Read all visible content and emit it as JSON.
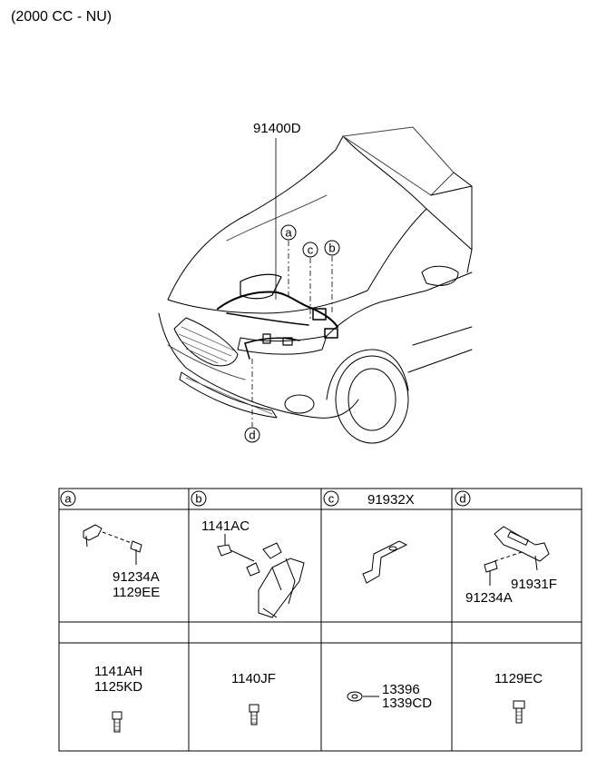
{
  "spec": "(2000 CC - NU)",
  "main_part": "91400D",
  "callouts": [
    "a",
    "b",
    "c",
    "d"
  ],
  "table": {
    "headers": [
      {
        "letter": "a",
        "part": ""
      },
      {
        "letter": "b",
        "part": ""
      },
      {
        "letter": "c",
        "part": "91932X"
      },
      {
        "letter": "d",
        "part": ""
      }
    ],
    "row1": [
      {
        "lines": [
          "91234A",
          "1129EE"
        ]
      },
      {
        "lines": [
          "1141AC"
        ]
      },
      {
        "lines": []
      },
      {
        "lines": [
          "91931F",
          "91234A"
        ]
      }
    ],
    "row2": [
      {
        "lines": [
          "1141AH",
          "1125KD"
        ]
      },
      {
        "lines": [
          "1140JF"
        ]
      },
      {
        "lines": [
          "13396",
          "1339CD"
        ]
      },
      {
        "lines": [
          "1129EC"
        ]
      }
    ]
  }
}
